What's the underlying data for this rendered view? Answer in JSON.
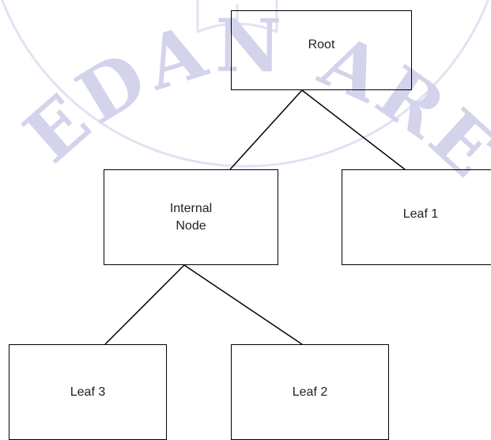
{
  "diagram": {
    "type": "tree",
    "nodes": [
      {
        "id": "root",
        "label": "Root"
      },
      {
        "id": "internal",
        "label": "Internal\nNode"
      },
      {
        "id": "leaf1",
        "label": "Leaf 1"
      },
      {
        "id": "leaf2",
        "label": "Leaf 2"
      },
      {
        "id": "leaf3",
        "label": "Leaf 3"
      }
    ],
    "edges": [
      {
        "from": "root",
        "to": "internal"
      },
      {
        "from": "root",
        "to": "leaf1"
      },
      {
        "from": "internal",
        "to": "leaf3"
      },
      {
        "from": "internal",
        "to": "leaf2"
      }
    ]
  },
  "watermark": {
    "text": "MEDAN AREA",
    "color": "#c9c8e6"
  },
  "colors": {
    "stroke": "#000000",
    "text": "#222222",
    "background": "#ffffff"
  }
}
